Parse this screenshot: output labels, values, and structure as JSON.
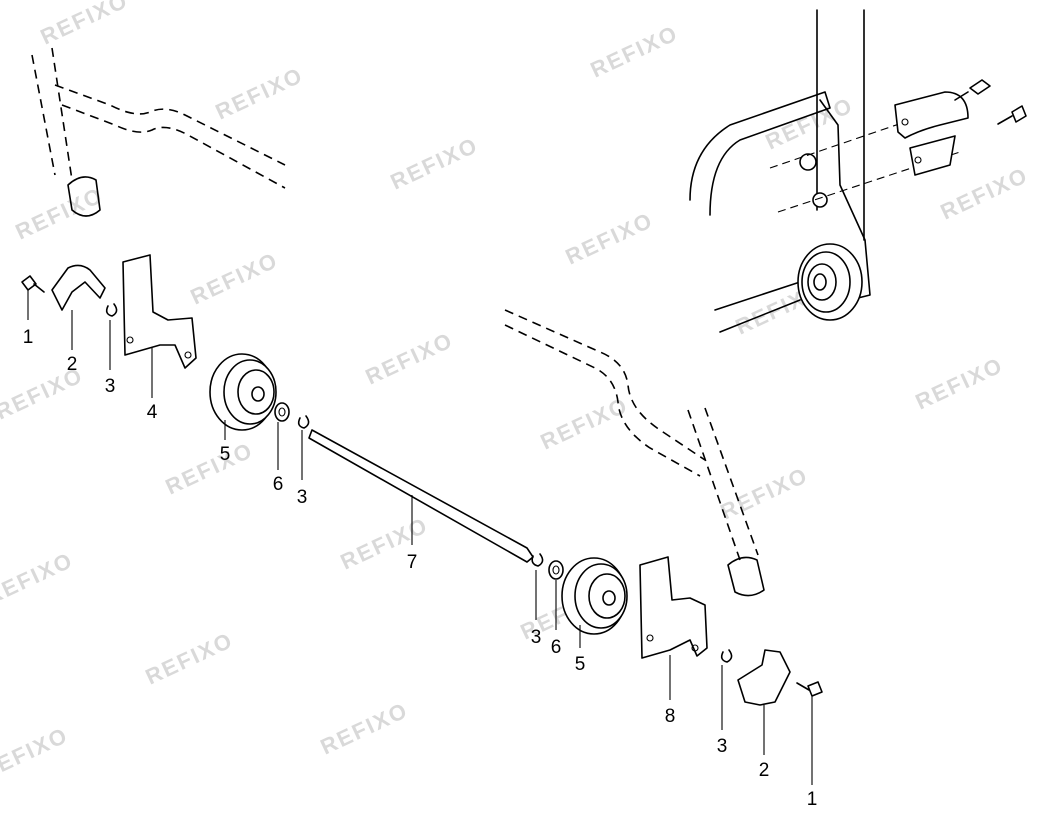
{
  "watermark": "REFIXO",
  "callouts": {
    "screw": "1",
    "clamp": "2",
    "clip": "3",
    "bracket_left": "4",
    "roller": "5",
    "washer": "6",
    "axle": "7",
    "bracket_right": "8"
  }
}
